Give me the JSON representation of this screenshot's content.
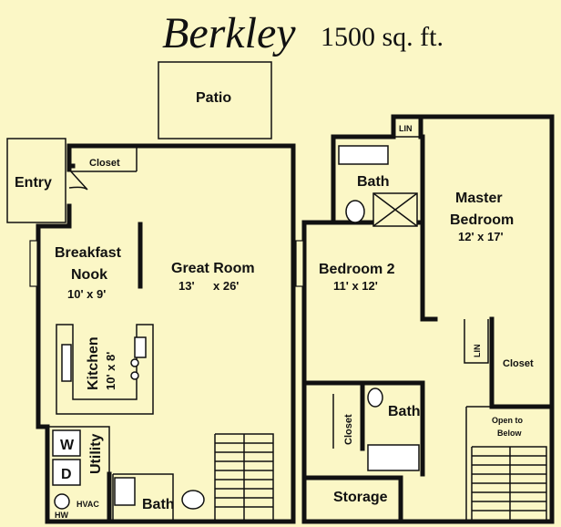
{
  "header": {
    "name": "Berkley",
    "size": "1500 sq. ft."
  },
  "rooms": {
    "patio": "Patio",
    "entry": "Entry",
    "closet_entry": "Closet",
    "breakfast_nook_1": "Breakfast",
    "breakfast_nook_2": "Nook",
    "breakfast_nook_dim": "10' x 9'",
    "great_room": "Great Room",
    "great_room_dim_1": "13'",
    "great_room_dim_2": "x 26'",
    "kitchen": "Kitchen",
    "kitchen_dim": "10' x 8'",
    "utility": "Utility",
    "washer": "W",
    "dryer": "D",
    "hw": "HW",
    "hvac": "HVAC",
    "bath_down": "Bath",
    "bath_up_1": "Bath",
    "lin_1": "LIN",
    "master_1": "Master",
    "master_2": "Bedroom",
    "master_dim": "12' x 17'",
    "bedroom2": "Bedroom 2",
    "bedroom2_dim": "11' x 12'",
    "closet_bed2": "Closet",
    "bath_up_2": "Bath",
    "lin_2": "LIN",
    "closet_master": "Closet",
    "open_below_1": "Open to",
    "open_below_2": "Below",
    "storage": "Storage"
  }
}
